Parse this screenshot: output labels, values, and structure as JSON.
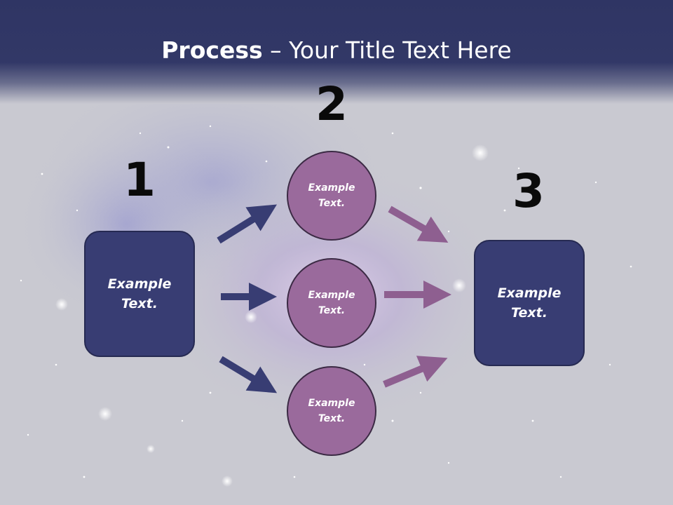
{
  "title": {
    "bold": "Process",
    "rest": " – Your Title Text Here"
  },
  "steps": {
    "one": "1",
    "two": "2",
    "three": "3"
  },
  "left_box": {
    "text": "Example\nText."
  },
  "right_box": {
    "text": "Example\nText."
  },
  "circles": [
    {
      "text": "Example\nText."
    },
    {
      "text": "Example\nText."
    },
    {
      "text": "Example\nText."
    }
  ],
  "colors": {
    "header": "#323867",
    "box": "#383d73",
    "circle": "#9a6a9c",
    "arrow_left": "#383d73",
    "arrow_right": "#8e5f90"
  }
}
